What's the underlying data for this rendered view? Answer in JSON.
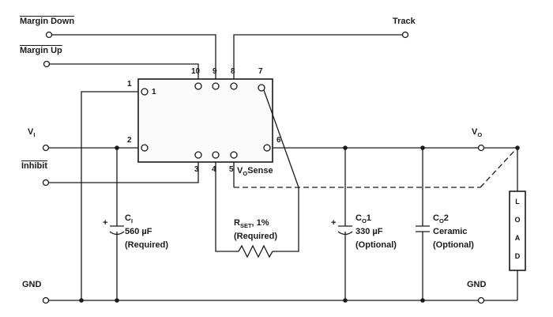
{
  "schematic": "power-module-typical-application",
  "labels": {
    "margin_down": "Margin Down",
    "margin_up": "Margin Up",
    "track": "Track",
    "inhibit": "Inhibit",
    "gnd_left": "GND",
    "gnd_right": "GND",
    "vi": {
      "main": "V",
      "sub": "I"
    },
    "vo": {
      "main": "V",
      "sub": "O"
    },
    "vo_sense": {
      "main": "V",
      "sub": "O",
      "rest": "Sense"
    }
  },
  "pins": {
    "p1": "1",
    "p2": "2",
    "p3": "3",
    "p4": "4",
    "p5": "5",
    "p6": "6",
    "p7": "7",
    "p8": "8",
    "p9": "9",
    "p10": "10",
    "inner_marker": "1"
  },
  "components": {
    "ci": {
      "plus": "+",
      "name": {
        "main": "C",
        "sub": "I"
      },
      "value": "560 µF",
      "note": "(Required)"
    },
    "rset": {
      "name": {
        "main": "R",
        "sub": "SET"
      },
      "suffix": ", 1%",
      "note": "(Required)"
    },
    "co1": {
      "plus": "+",
      "name": {
        "main": "C",
        "sub": "O",
        "rest": "1"
      },
      "value": "330 µF",
      "note": "(Optional)"
    },
    "co2": {
      "name": {
        "main": "C",
        "sub": "O",
        "rest": "2"
      },
      "value": "Ceramic",
      "note": "(Optional)"
    },
    "load": {
      "letters": [
        "L",
        "O",
        "A",
        "D"
      ]
    }
  },
  "colors": {
    "wire": "#1a1a1a",
    "module_fill": "#fbfbfb",
    "background": "#ffffff"
  }
}
